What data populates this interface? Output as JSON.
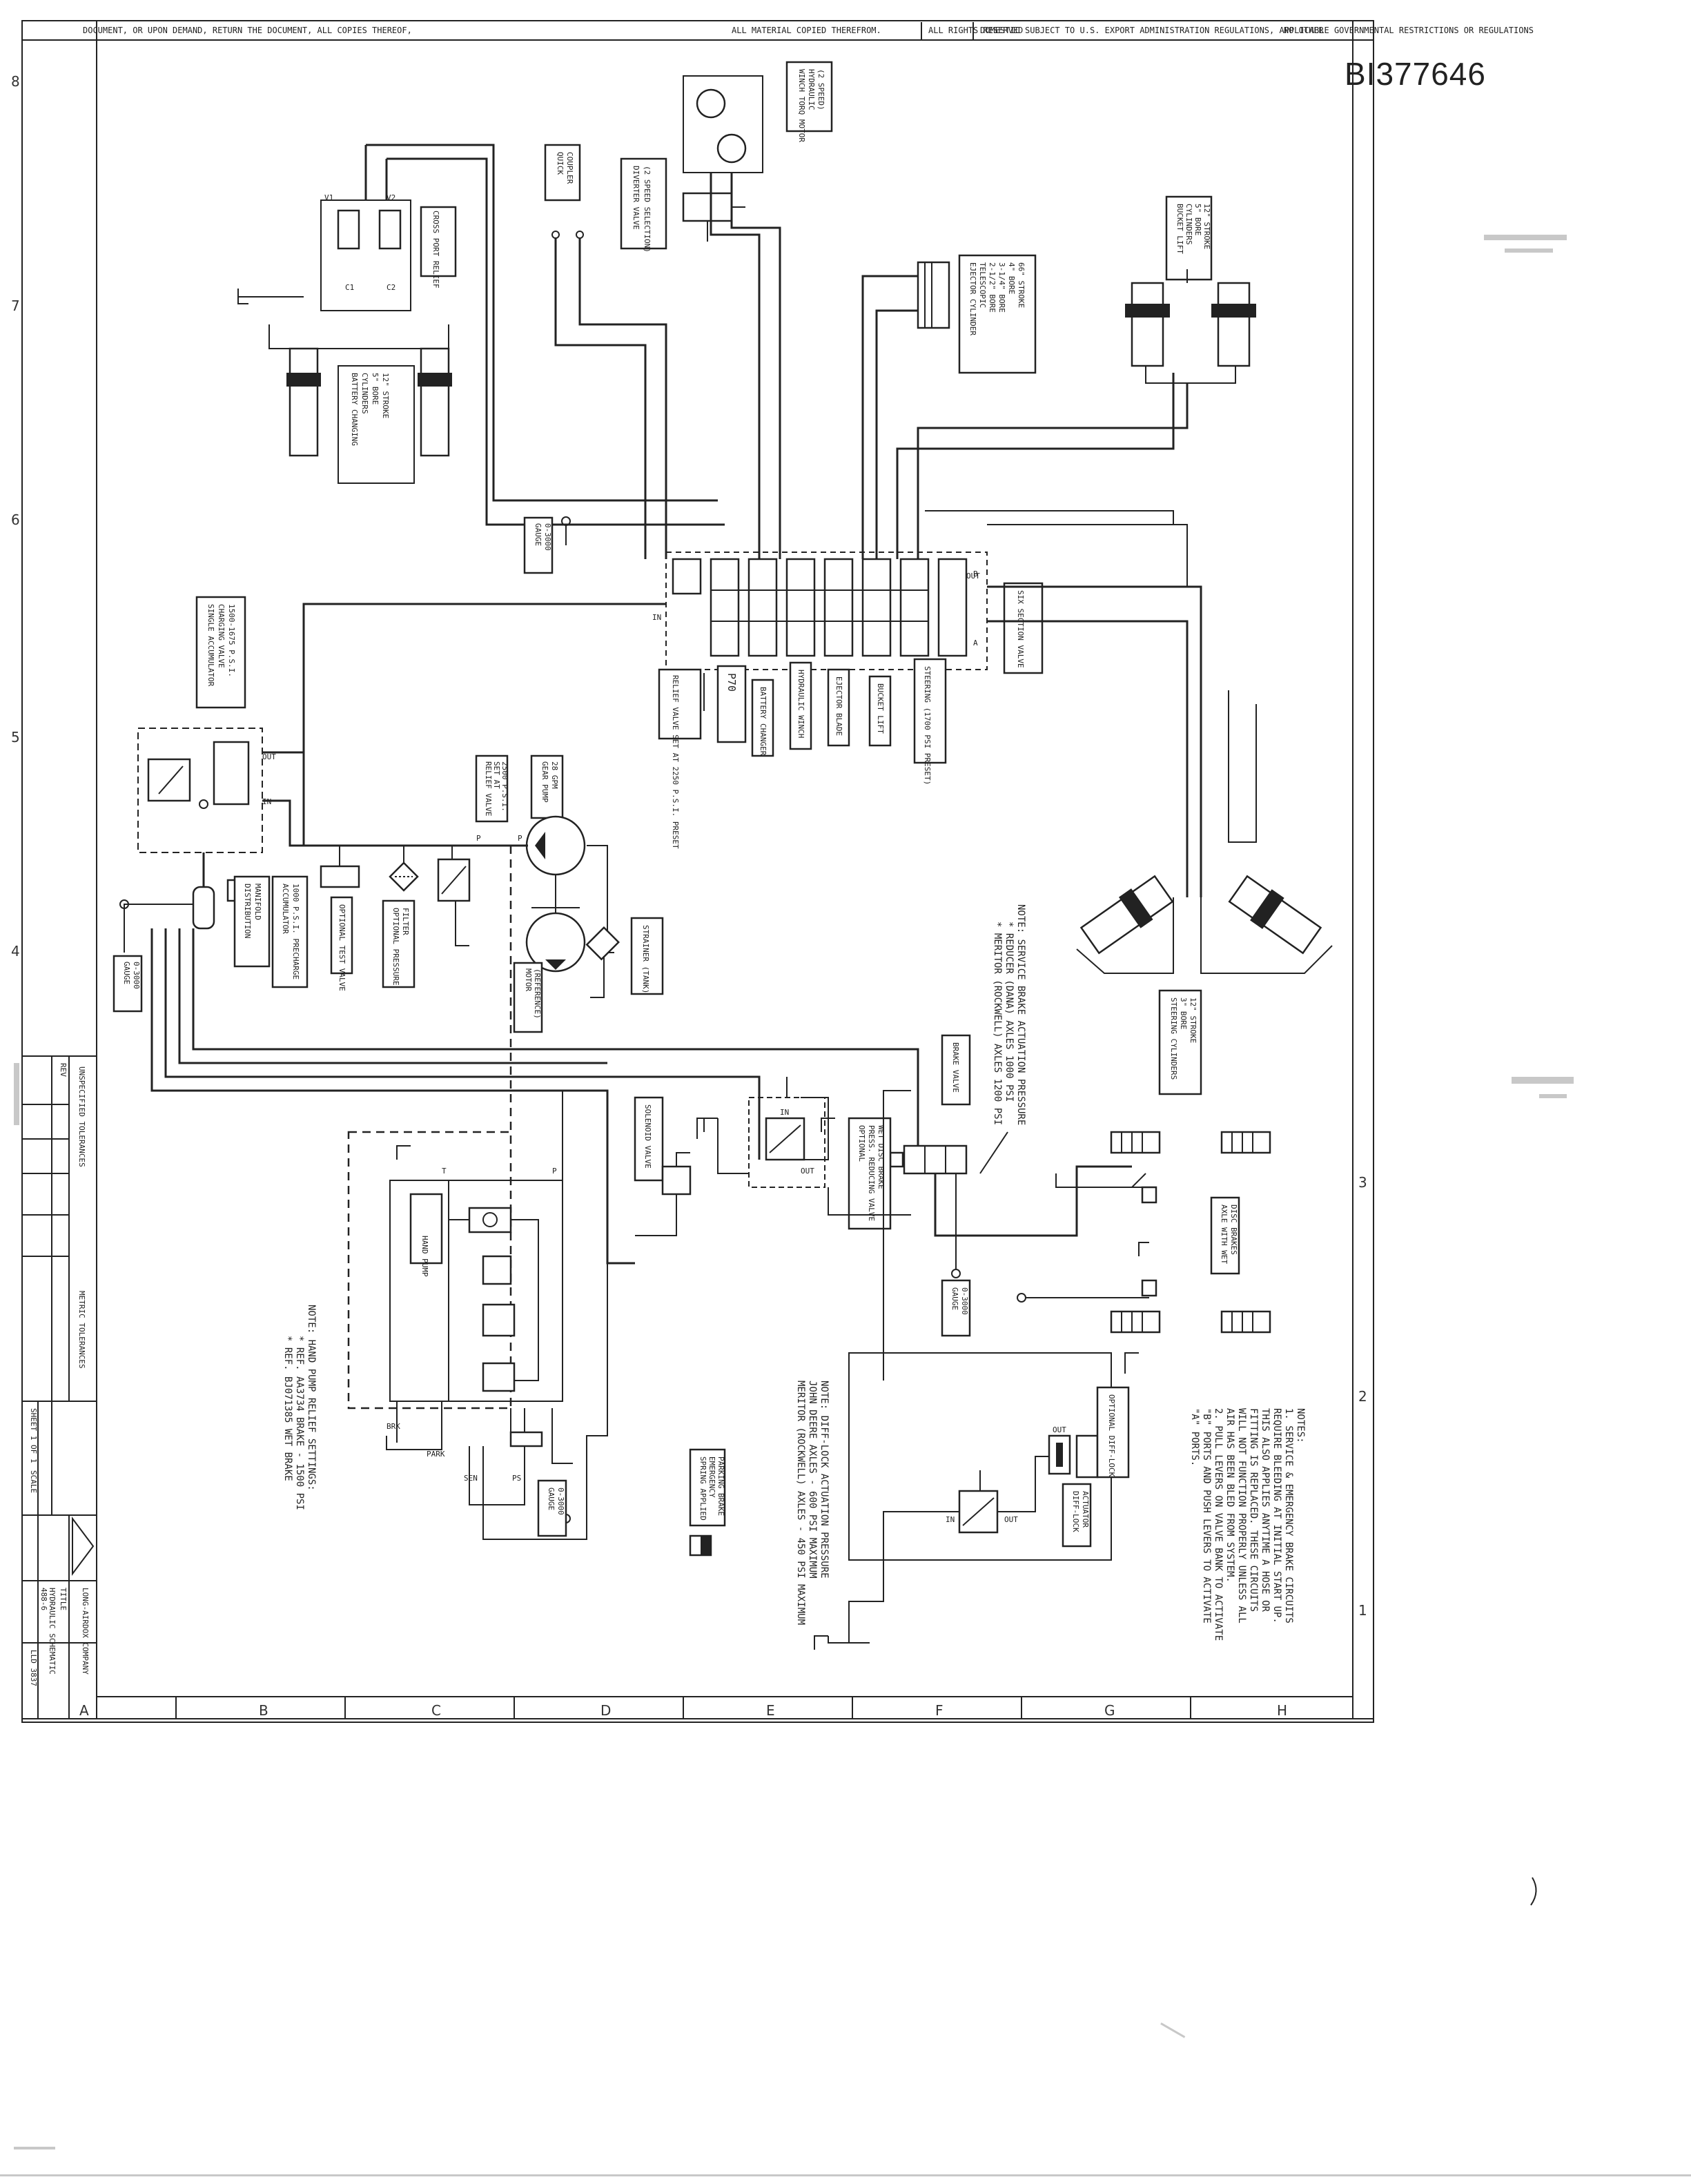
{
  "document": {
    "id": "BI377646",
    "header_strip": [
      "DOCUMENT, OR UPON DEMAND, RETURN THE DOCUMENT, ALL COPIES THEREOF,",
      "ALL MATERIAL COPIED THEREFROM.",
      "ALL RIGHTS RESERVED",
      "DOMESTIC SUBJECT TO U.S. EXPORT ADMINISTRATION REGULATIONS, APPLICABLE GOVERNMENTAL RESTRICTIONS OR REGULATIONS",
      "NO OTHER"
    ]
  },
  "zones": {
    "rows": [
      "8",
      "7",
      "6",
      "5",
      "4",
      "3",
      "2",
      "1"
    ],
    "cols": [
      "A",
      "B",
      "C",
      "D",
      "E",
      "F",
      "G",
      "H"
    ]
  },
  "components": {
    "cross_port_relief": "CROSS PORT RELIEF",
    "port_v1": "V1",
    "port_v2": "V2",
    "port_c1": "C1",
    "port_c2": "C2",
    "battery_cylinders": [
      "BATTERY CHANGING",
      "CYLINDERS",
      "5\" BORE",
      "12\" STROKE"
    ],
    "quick_coupler": [
      "QUICK",
      "COUPLER"
    ],
    "diverter_valve": [
      "DIVERTER VALVE",
      "(2 SPEED SELECTION)"
    ],
    "winch_motor": [
      "WINCH TORQ MOTOR",
      "HYDRAULIC",
      "(2 SPEED)"
    ],
    "ejector_cylinder": [
      "EJECTOR CYLINDER",
      "TELESCOPIC",
      "2-1/2\" BORE",
      "3-1/4\" BORE",
      "4\" BORE",
      "66\" STROKE"
    ],
    "bucket_lift": [
      "BUCKET LIFT",
      "CYLINDERS",
      "5\" BORE",
      "12\" STROKE"
    ],
    "gauge_top": [
      "GAUGE",
      "0-3000"
    ],
    "six_section_valve": "SIX SECTION VALVE",
    "section_labels": [
      "RELIEF VALVE SET AT 2250 P.S.I. PRESET",
      "P70",
      "BATTERY CHANGER",
      "HYDRAULIC WINCH",
      "EJECTOR BLADE",
      "BUCKET LIFT",
      "STEERING (1700 PSI PRESET)"
    ],
    "valve_ports": [
      "IN",
      "OUT",
      "A",
      "B"
    ],
    "accumulator_charging": [
      "SINGLE ACCUMULATOR",
      "CHARGING VALVE",
      "1500-1675 P.S.I."
    ],
    "relief_valve": [
      "RELIEF VALVE",
      "SET AT",
      "2500 P.S.I."
    ],
    "gear_pump": [
      "GEAR PUMP",
      "28 GPM"
    ],
    "motor": [
      "MOTOR",
      "(REFERENCE)"
    ],
    "strainer": "STRAINER (TANK)",
    "accumulator": [
      "ACCUMULATOR",
      "1000 P.S.I. PRECHARGE"
    ],
    "distribution_manifold": [
      "DISTRIBUTION",
      "MANIFOLD"
    ],
    "optional_test_valve": "OPTIONAL TEST VALVE",
    "optional_pressure_filter": [
      "OPTIONAL PRESSURE",
      "FILTER"
    ],
    "gauge_left": [
      "GAUGE",
      "0-3000"
    ],
    "steering_cylinders": [
      "STEERING CYLINDERS",
      "3\" BORE",
      "12\" STROKE"
    ],
    "brake_note": [
      "NOTE: SERVICE BRAKE ACTUATION PRESSURE",
      "* REDUCER (DANA) AXLES 1000 PSI",
      "* MERITOR (ROCKWELL) AXLES 1200 PSI"
    ],
    "brake_valve": "BRAKE VALVE",
    "solenoid_valve": "SOLENOID VALVE",
    "optional_reducing_valve": [
      "OPTIONAL",
      "PRESS. REDUCING VALVE",
      "WET DISC BRAKE"
    ],
    "gauge_mid": [
      "GAUGE",
      "0-3000"
    ],
    "wet_disc_brakes": [
      "AXLE WITH WET",
      "DISC BRAKES"
    ],
    "hand_pump": "HAND PUMP",
    "hand_pump_note": [
      "NOTE:  HAND PUMP RELIEF SETTINGS:",
      "* REF. AA3734 BRAKE - 1500 PSI",
      "* REF. BJ071385 WET BRAKE"
    ],
    "gauge_bottom": [
      "GAUGE",
      "0-3000"
    ],
    "spring_brake": [
      "SPRING APPLIED",
      "EMERGENCY",
      "PARKING BRAKE"
    ],
    "diff_lock": [
      "OPTIONAL DIFF-LOCK"
    ],
    "diff_lock_actuator": [
      "DIFF-LOCK",
      "ACTUATOR"
    ],
    "diff_lock_note": [
      "NOTE: DIFF-LOCK ACTUATION PRESSURE",
      "JOHN DEERE AXLES - 600 PSI MAXIMUM",
      "MERITOR (ROCKWELL) AXLES - 450 PSI MAXIMUM"
    ],
    "general_notes": [
      "NOTES:",
      "1. SERVICE & EMERGENCY BRAKE CIRCUITS",
      "   REQUIRE BLEEDING AT INITIAL START UP.",
      "   THIS ALSO APPLIES ANYTIME A HOSE OR",
      "   FITTING IS REPLACED. THESE CIRCUITS",
      "   WILL NOT FUNCTION PROPERLY UNLESS ALL",
      "   AIR HAS BEEN BLED FROM SYSTEM.",
      "2. PULL LEVERS ON VALVE BANK TO ACTIVATE",
      "   \"B\" PORTS AND PUSH LEVERS TO ACTIVATE",
      "   \"A\" PORTS."
    ],
    "hose_marks": [
      "P",
      "T",
      "PS",
      "SEN",
      "BRK",
      "PARK"
    ]
  },
  "title_block": {
    "company": "LONG-AIRDOX COMPANY",
    "title_label": "TITLE",
    "title": [
      "HYDRAULIC SCHEMATIC",
      "488-6"
    ],
    "drawing_no": "LLD 3837",
    "sheet": "SHEET 1 OF 1",
    "scale": "SCALE",
    "tolerances_label": "UNSPECIFIED TOLERANCES",
    "metric": "METRIC TOLERANCES",
    "revision": "REV"
  }
}
